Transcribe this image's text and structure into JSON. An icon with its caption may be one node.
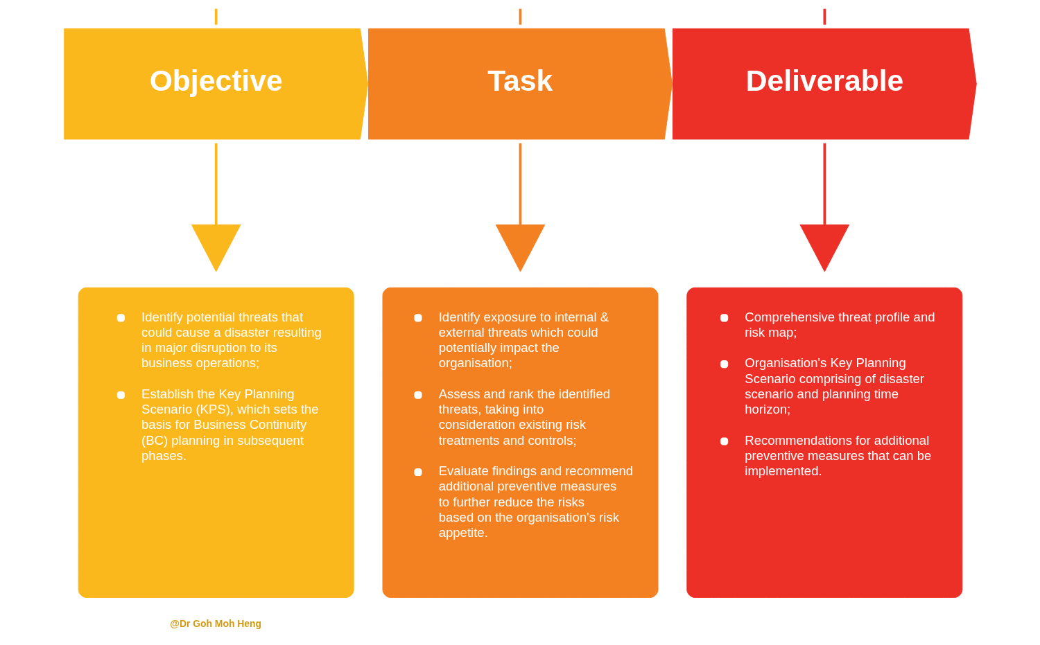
{
  "diagram": {
    "nodes": [
      {
        "text": [
          "Objective"
        ]
      },
      {
        "text": [
          "Task"
        ]
      },
      {
        "text": [
          "Deliverable"
        ]
      },
      {
        "text": [],
        "shape": "pin"
      },
      {
        "text": [],
        "shape": "pin"
      },
      {
        "text": [],
        "shape": "pin"
      },
      {
        "text": [
          "Identify potential threats that could cause a disaster resulting in major disruption to its business operations;",
          "Establish the Key Planning Scenario (KPS), which sets the basis for Business Continuity (BC) planning in subsequent phases."
        ]
      },
      {
        "text": [
          "Identify exposure to internal & external threats which could potentially impact the organisation;",
          "Assess and rank the identified threats, taking into consideration existing risk treatments and controls;",
          "Evaluate findings and recommend additional preventive measures to further reduce the risks based on the organisation's risk appetite."
        ]
      },
      {
        "text": [
          "Comprehensive threat profile and risk map;",
          "Organisation's Key Planning Scenario comprising of disaster scenario and planning time horizon;",
          "Recommendations for additional preventive measures that can be implemented."
        ]
      }
    ],
    "edges": [
      {
        "from": null,
        "to": 0,
        "arrow": "none",
        "color": "#fbb81d"
      },
      {
        "from": null,
        "to": 1,
        "arrow": "none",
        "color": "#f38021"
      },
      {
        "from": null,
        "to": 2,
        "arrow": "none",
        "color": "#ec3027"
      },
      {
        "from": 0,
        "to": 3,
        "arrow": "none",
        "color": "#fbb81d"
      },
      {
        "from": 1,
        "to": 4,
        "arrow": "none",
        "color": "#f38021"
      },
      {
        "from": 2,
        "to": 5,
        "arrow": "none",
        "color": "#ec3027"
      }
    ],
    "labels": [
      "@Dr Goh Moh Heng"
    ]
  }
}
